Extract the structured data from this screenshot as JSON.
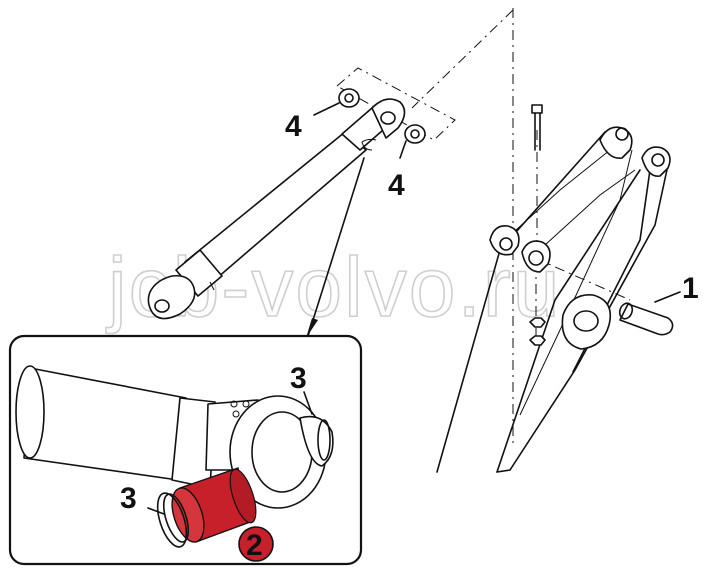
{
  "watermark": "jcb-volvo.ru",
  "callouts": {
    "pin": "1",
    "bushing": "2",
    "seal_right": "3",
    "seal_left": "3",
    "shim_left": "4",
    "shim_right": "4"
  },
  "colors": {
    "highlight": "#c8202a",
    "outline": "#111111",
    "watermark": "#cfcfcf"
  }
}
